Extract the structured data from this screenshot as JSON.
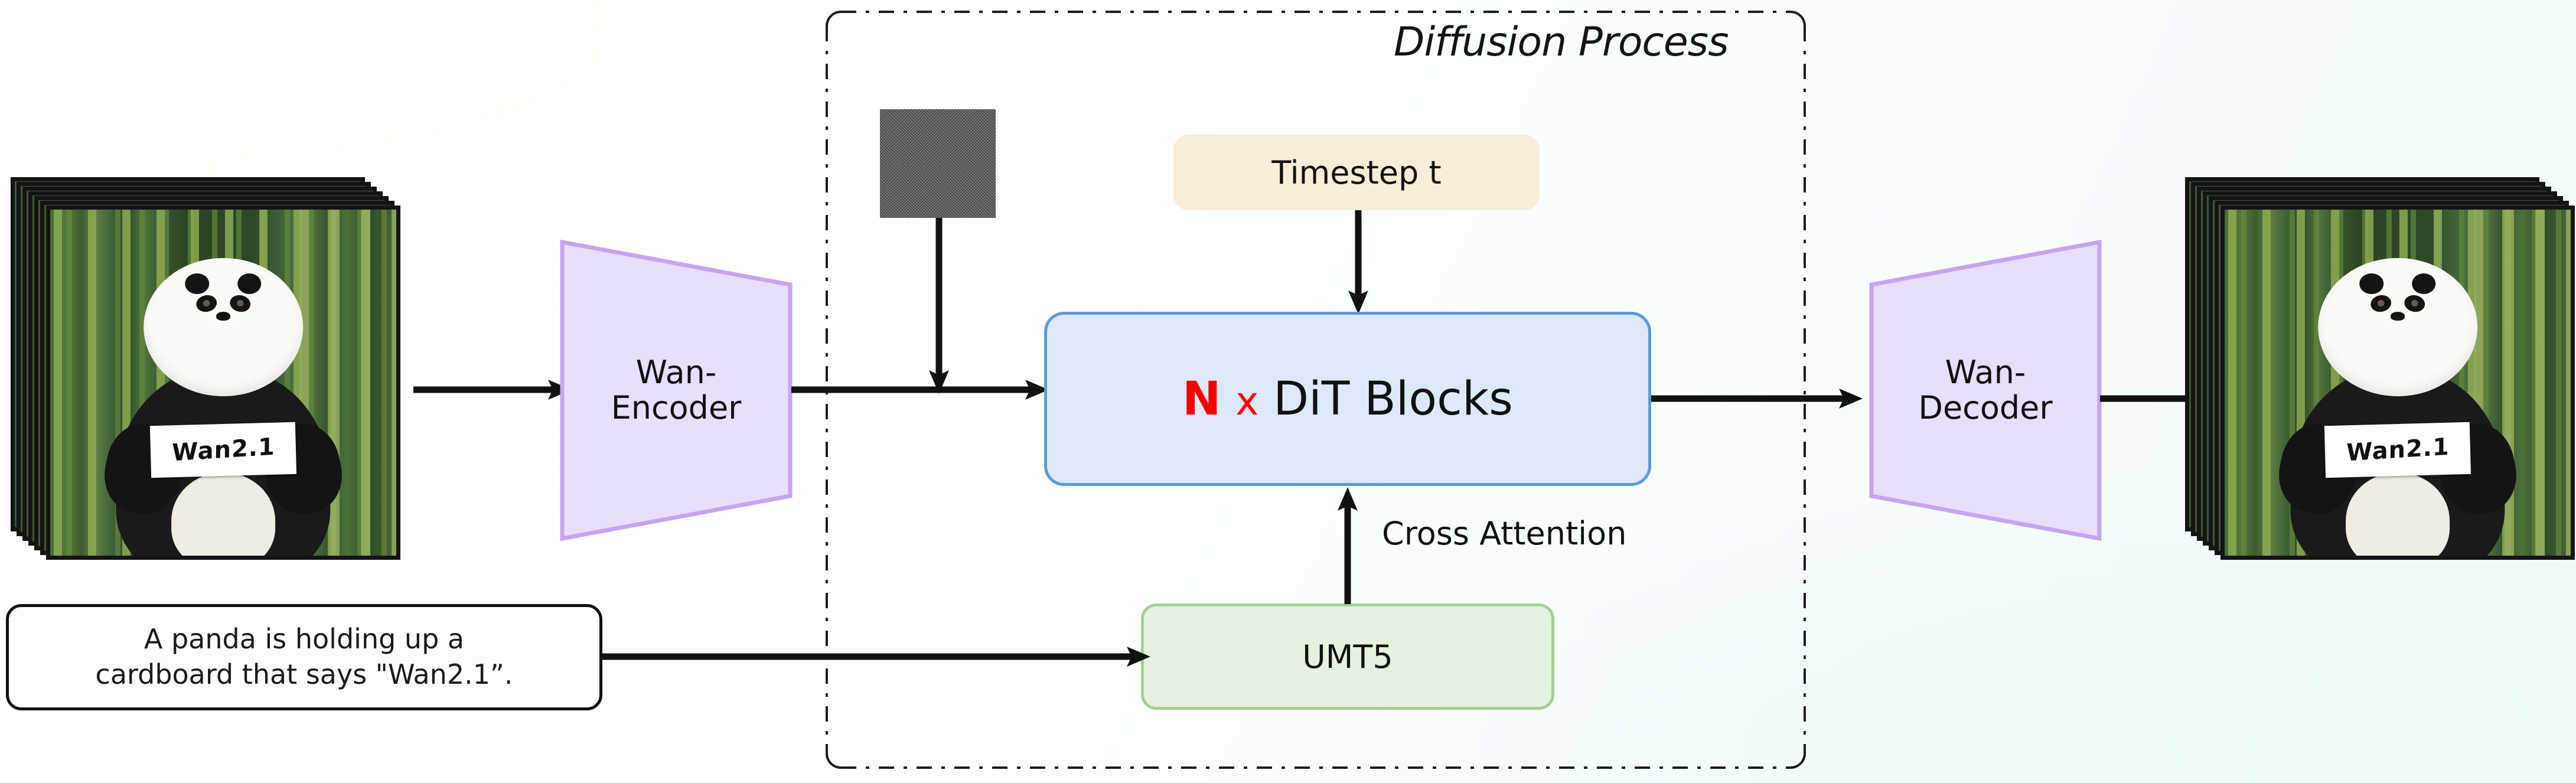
{
  "diagram": {
    "title": "Wan2.1 video diffusion architecture",
    "region_label": "Diffusion Process"
  },
  "input": {
    "name": "input-video-frames",
    "frame_count": 7,
    "sign_text": "Wan2.1",
    "description": "panda holding Wan2.1 cardboard in bamboo forest"
  },
  "output": {
    "name": "output-video-frames",
    "frame_count": 7,
    "sign_text": "Wan2.1",
    "description": "generated panda holding Wan2.1 cardboard in bamboo forest"
  },
  "prompt": {
    "line1": "A panda is holding up a",
    "line2": "cardboard that says \"Wan2.1”.",
    "full_text": "A panda is holding up a cardboard that says \"Wan2.1”."
  },
  "blocks": {
    "encoder": {
      "label": "Wan-\nEncoder",
      "fill": "#e9defb",
      "stroke": "#c6a4f2"
    },
    "decoder": {
      "label": "Wan-\nDecoder",
      "fill": "#e9defb",
      "stroke": "#c6a4f2"
    },
    "timestep": {
      "label": "Timestep t",
      "fill": "#f8edd9"
    },
    "dit": {
      "repeat_symbol": "N",
      "multiply_symbol": "x",
      "label": "DiT Blocks",
      "fill": "#dde9f8",
      "stroke": "#5b9bd5",
      "accent": "#f50000"
    },
    "text_encoder": {
      "label": "UMT5",
      "fill": "#e6f2e0",
      "stroke": "#a5cf96"
    },
    "noise": {
      "label": "noise-latent-patch"
    }
  },
  "edges": {
    "cross_attention": "Cross Attention"
  }
}
